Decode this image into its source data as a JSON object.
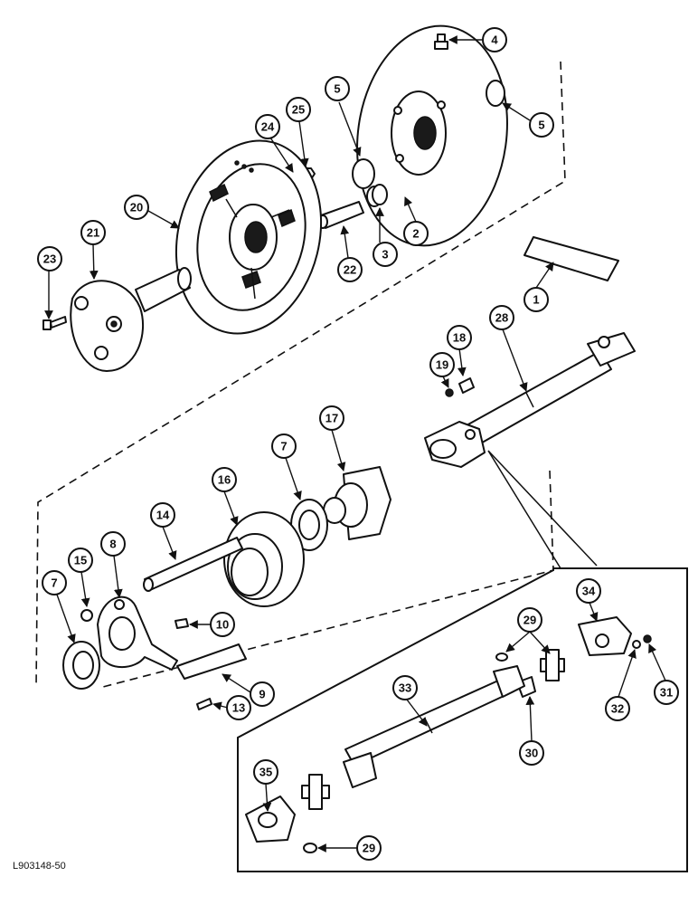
{
  "figure_ref": "L903148-50",
  "callouts": {
    "c1": "1",
    "c2": "2",
    "c3": "3",
    "c4": "4",
    "c5a": "5",
    "c5b": "5",
    "c7a": "7",
    "c7b": "7",
    "c8": "8",
    "c9": "9",
    "c10": "10",
    "c13": "13",
    "c14": "14",
    "c15": "15",
    "c16": "16",
    "c17": "17",
    "c18": "18",
    "c19": "19",
    "c20": "20",
    "c21": "21",
    "c22": "22",
    "c23": "23",
    "c24": "24",
    "c25": "25",
    "c28": "28",
    "c29a": "29",
    "c29b": "29",
    "c30": "30",
    "c31": "31",
    "c32": "32",
    "c33": "33",
    "c34": "34",
    "c35": "35"
  }
}
